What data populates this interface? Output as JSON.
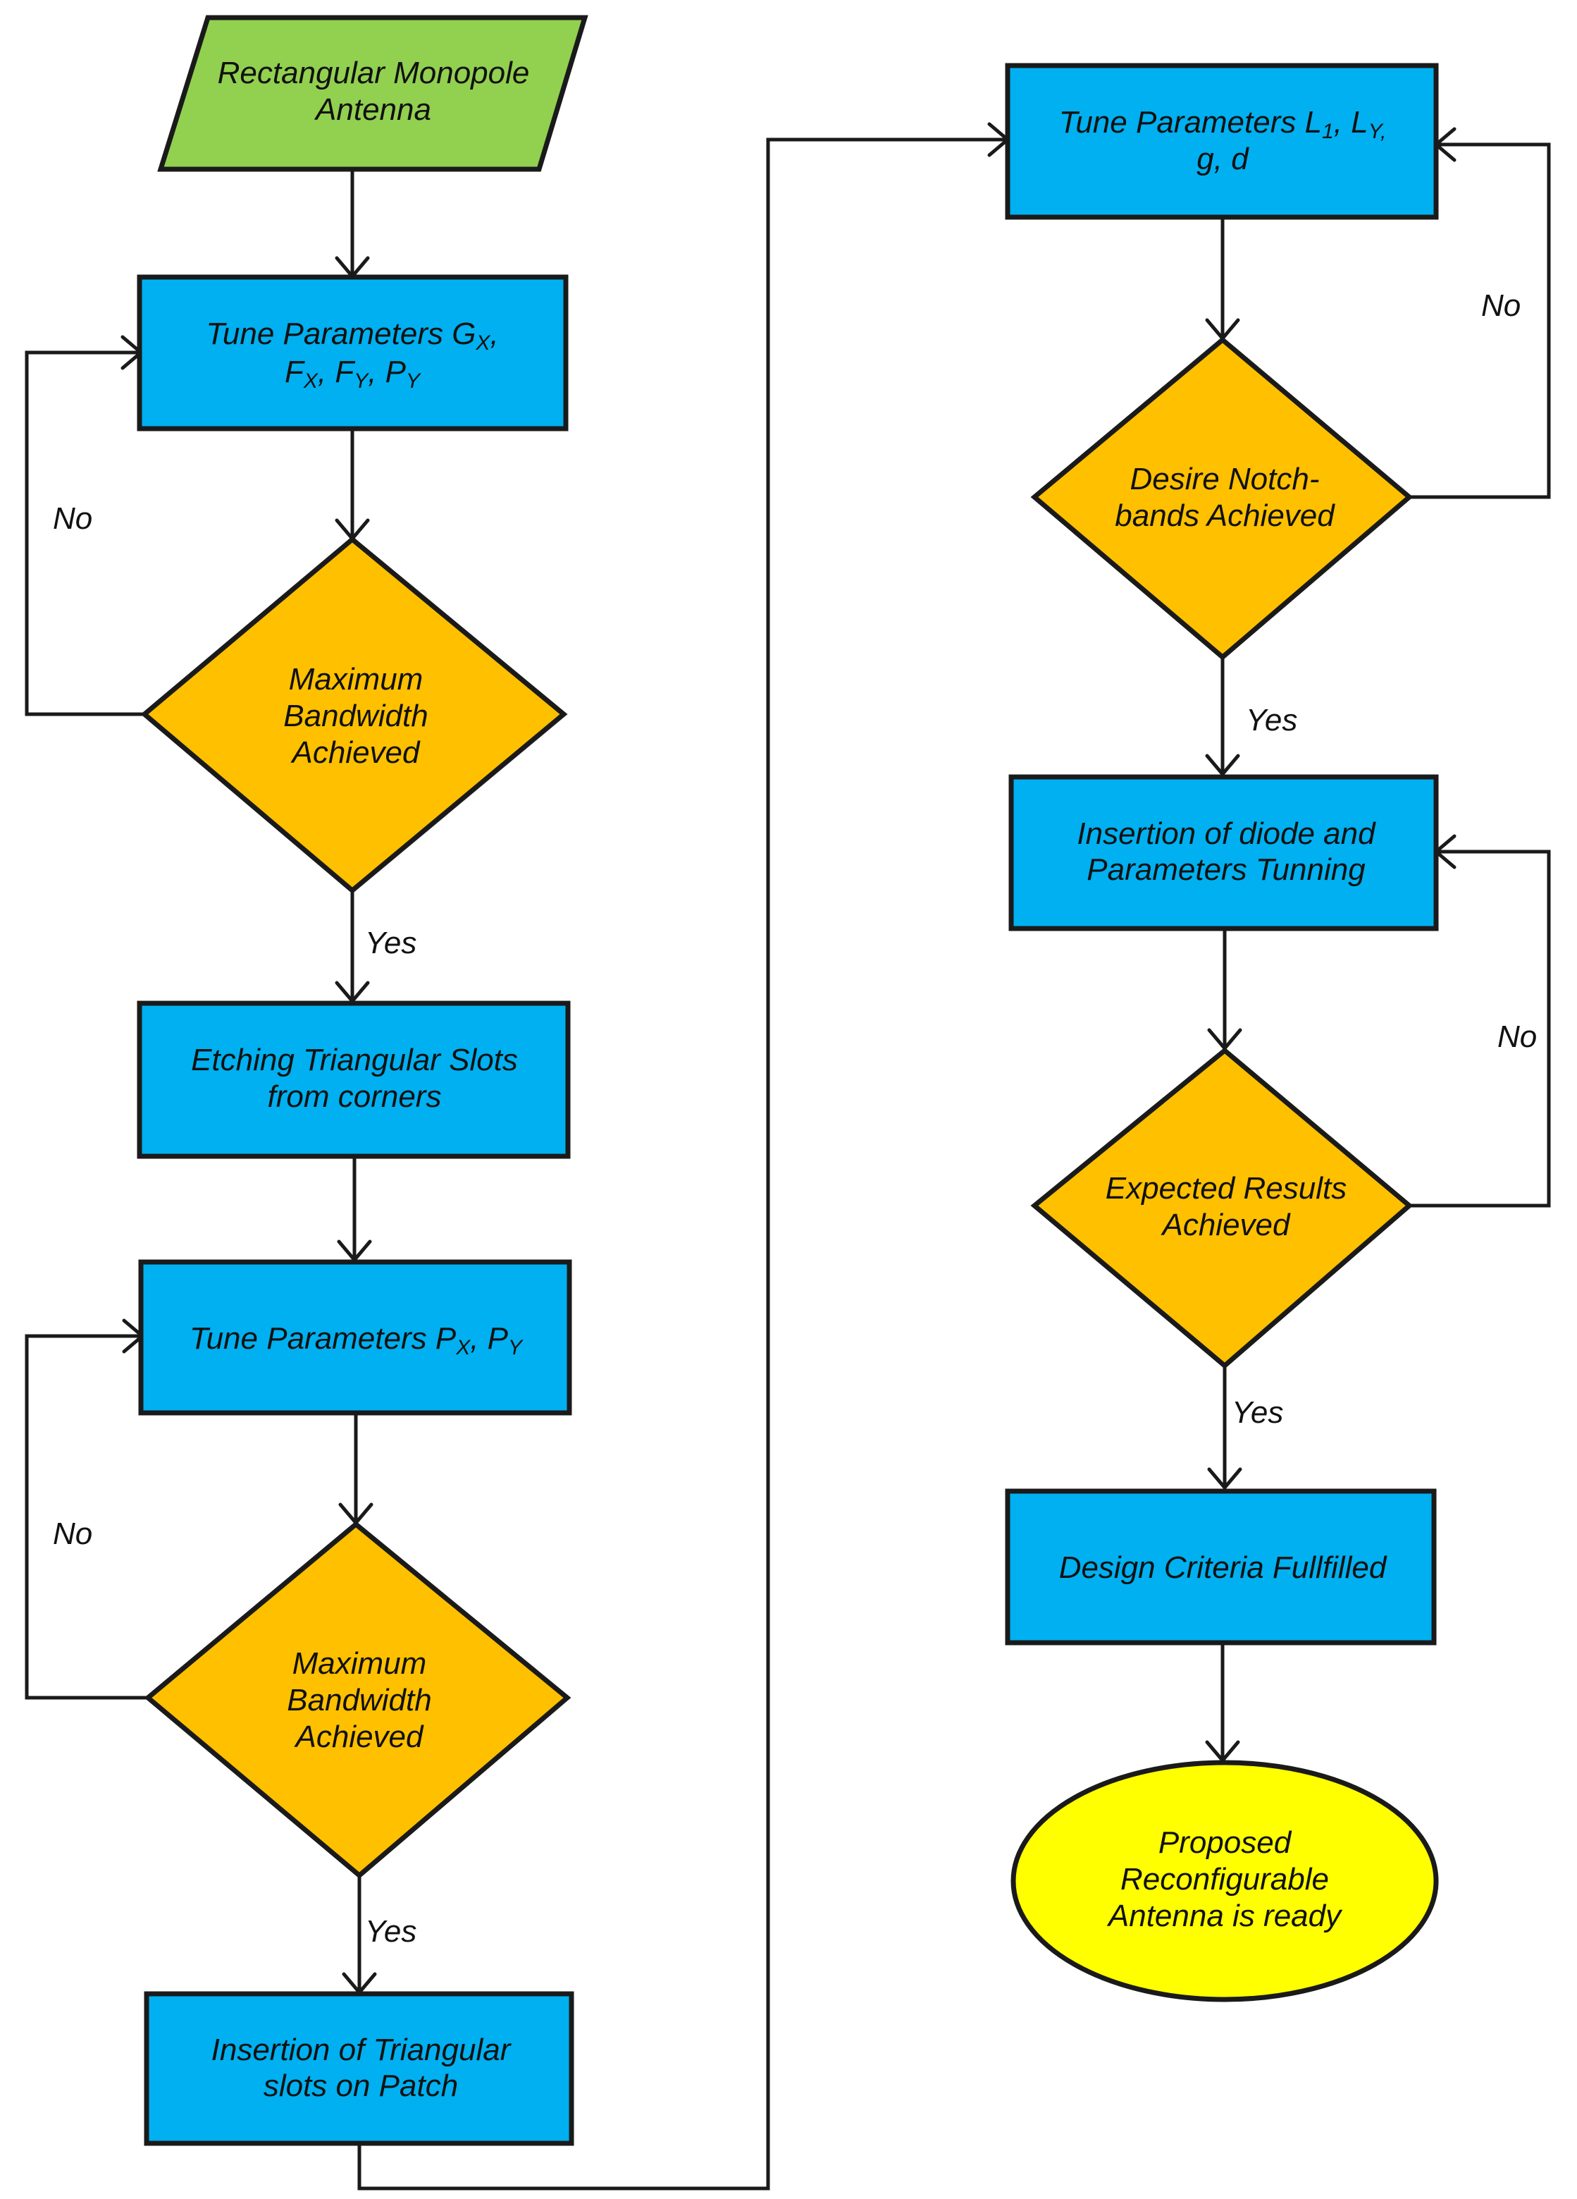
{
  "colors": {
    "start": "#92d050",
    "process": "#00b0f0",
    "decision": "#ffc000",
    "end": "#ffff00",
    "stroke": "#1a1a1a",
    "background": "#ffffff"
  },
  "nodes": {
    "start": {
      "line1": "Rectangular Monopole",
      "line2": "Antenna"
    },
    "tune1": {
      "line1": "Tune Parameters G",
      "line1_sub": "X",
      "line1_tail": ",",
      "line2_a": "F",
      "line2_a_sub": "X",
      "line2_b": ", F",
      "line2_b_sub": "Y",
      "line2_c": ", P",
      "line2_c_sub": "Y"
    },
    "dec1": {
      "line1": "Maximum",
      "line2": "Bandwidth",
      "line3": "Achieved"
    },
    "etch": {
      "line1": "Etching Triangular Slots",
      "line2": "from corners"
    },
    "tune2": {
      "line1": "Tune Parameters P",
      "line1_sub": "X",
      "line1_mid": ", P",
      "line1_sub2": "Y"
    },
    "dec2": {
      "line1": "Maximum",
      "line2": "Bandwidth",
      "line3": "Achieved"
    },
    "insert_patch": {
      "line1": "Insertion of Triangular",
      "line2": "slots on Patch"
    },
    "tune3": {
      "line1": "Tune Parameters L",
      "line1_sub": "1",
      "line1_mid": ", L",
      "line1_sub2": "Y,",
      "line2": "g, d"
    },
    "dec3": {
      "line1": "Desire Notch-",
      "line2": "bands Achieved"
    },
    "insert_diode": {
      "line1": "Insertion of diode and",
      "line2": "Parameters Tunning"
    },
    "dec4": {
      "line1": "Expected Results",
      "line2": "Achieved"
    },
    "criteria": {
      "line1": "Design Criteria Fullfilled"
    },
    "end": {
      "line1": "Proposed",
      "line2": "Reconfigurable",
      "line3": "Antenna is ready"
    }
  },
  "edges": {
    "dec1_no": "No",
    "dec1_yes": "Yes",
    "dec2_no": "No",
    "dec2_yes": "Yes",
    "dec3_no": "No",
    "dec3_yes": "Yes",
    "dec4_no": "No",
    "dec4_yes": "Yes"
  }
}
